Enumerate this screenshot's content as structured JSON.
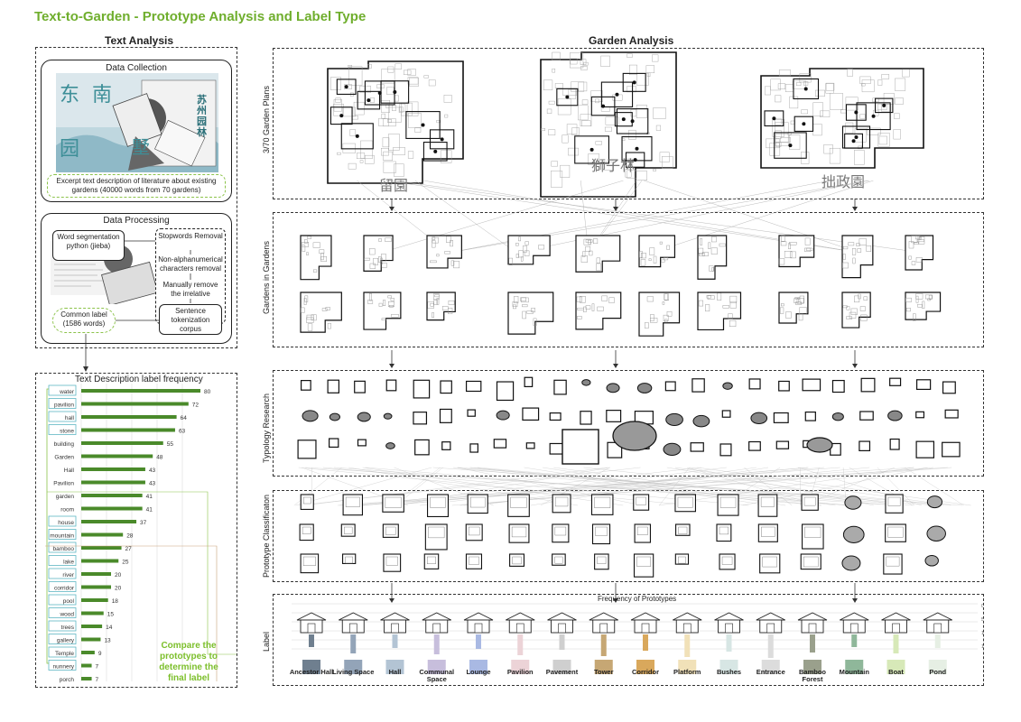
{
  "title": "Text-to-Garden - Prototype Analysis and Label Type",
  "text_analysis": {
    "heading": "Text Analysis",
    "data_collection": {
      "heading": "Data Collection",
      "book_chars": [
        "东",
        "南",
        "园",
        "墅"
      ],
      "book_title": "苏州园林",
      "excerpt": "Excerpt text description of literature about existing gardens (40000 words from 70 gardens)"
    },
    "data_processing": {
      "heading": "Data Processing",
      "word_seg": "Word segmentation python (jieba)",
      "stopwords": "Stopwords Removal",
      "non_alpha": "Non-alphanumerical characters removal",
      "manual": "Manually remove the irrelative",
      "sentence": "Sentence tokenization corpus",
      "common": "Common label (1586 words)"
    }
  },
  "label_freq": {
    "heading": "Text Description label frequency",
    "items": [
      {
        "label": "water",
        "value": 80,
        "boxed": true
      },
      {
        "label": "pavilion",
        "value": 72,
        "boxed": true
      },
      {
        "label": "hall",
        "value": 64,
        "boxed": true
      },
      {
        "label": "stone",
        "value": 63,
        "boxed": true
      },
      {
        "label": "building",
        "value": 55,
        "boxed": false
      },
      {
        "label": "Garden",
        "value": 48,
        "boxed": false
      },
      {
        "label": "Hall",
        "value": 43,
        "boxed": false
      },
      {
        "label": "Pavilion",
        "value": 43,
        "boxed": false
      },
      {
        "label": "garden",
        "value": 41,
        "boxed": false
      },
      {
        "label": "room",
        "value": 41,
        "boxed": false
      },
      {
        "label": "house",
        "value": 37,
        "boxed": true
      },
      {
        "label": "mountain",
        "value": 28,
        "boxed": true
      },
      {
        "label": "bamboo",
        "value": 27,
        "boxed": true
      },
      {
        "label": "lake",
        "value": 25,
        "boxed": true
      },
      {
        "label": "river",
        "value": 20,
        "boxed": true
      },
      {
        "label": "corridor",
        "value": 20,
        "boxed": true
      },
      {
        "label": "pool",
        "value": 18,
        "boxed": true
      },
      {
        "label": "wood",
        "value": 15,
        "boxed": true
      },
      {
        "label": "trees",
        "value": 14,
        "boxed": true
      },
      {
        "label": "gallery",
        "value": 13,
        "boxed": true
      },
      {
        "label": "Temple",
        "value": 9,
        "boxed": true
      },
      {
        "label": "nunnery",
        "value": 7,
        "boxed": true
      },
      {
        "label": "porch",
        "value": 7,
        "boxed": false
      }
    ],
    "compare_note": "Compare the prototypes to determine the final label"
  },
  "garden_analysis": {
    "heading": "Garden Analysis",
    "rows": {
      "plans": "3/70 Garden Plans",
      "gardens": "Gardens in Gardens",
      "typology": "Typology Research",
      "prototype": "Prototype Classificaton",
      "label": "Label"
    },
    "garden_names": [
      "留園",
      "獅子林",
      "拙政園"
    ],
    "freq_title": "Frequency of Prototypes",
    "freq_ticks": [
      "0",
      "50",
      "100",
      "150"
    ]
  },
  "prototypes": [
    {
      "name": "Ancestor Hall",
      "color": "#6f7f8f"
    },
    {
      "name": "Living Space",
      "color": "#93a4b8"
    },
    {
      "name": "Hall",
      "color": "#b3c4d4"
    },
    {
      "name": "Communal Space",
      "color": "#c7bedc"
    },
    {
      "name": "Lounge",
      "color": "#a9b9e3"
    },
    {
      "name": "Pavilion",
      "color": "#ecd3d7"
    },
    {
      "name": "Pavement",
      "color": "#cfcfcf"
    },
    {
      "name": "Tower",
      "color": "#c6a774"
    },
    {
      "name": "Corridor",
      "color": "#d9a85c"
    },
    {
      "name": "Platform",
      "color": "#f1e1b8"
    },
    {
      "name": "Bushes",
      "color": "#d7e6e4"
    },
    {
      "name": "Entrance",
      "color": "#dcdcdc"
    },
    {
      "name": "Bamboo Forest",
      "color": "#9aa08c"
    },
    {
      "name": "Mountain",
      "color": "#8fb79a"
    },
    {
      "name": "Boat",
      "color": "#d7e9b8"
    },
    {
      "name": "Pond",
      "color": "#e6efe4"
    }
  ],
  "colors": {
    "accent": "#6fae2d",
    "bar": "#4a8a2a"
  }
}
